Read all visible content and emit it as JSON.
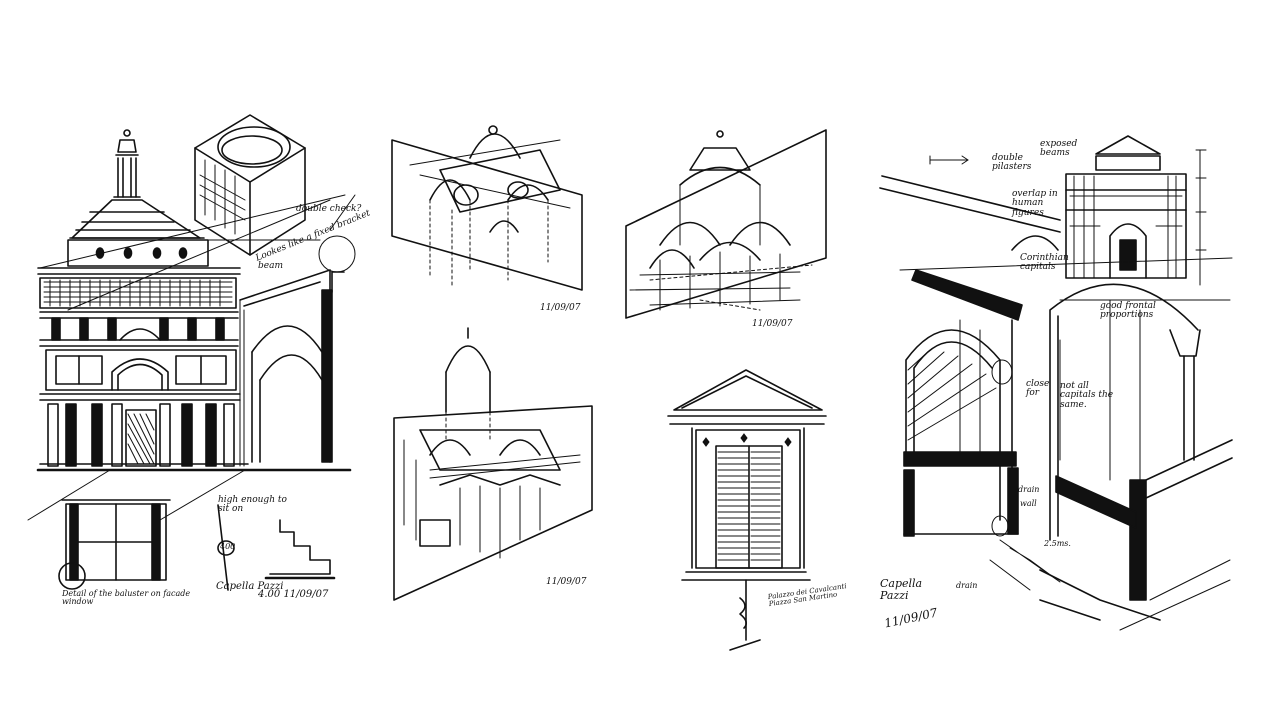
{
  "colors": {
    "ink": "#111111",
    "paper": "#ffffff"
  },
  "notes": {
    "s1_double_check": "double check?",
    "s1_bracket": "Lookes like a fixed bracket",
    "s1_beam": "beam",
    "s1_bottom_left": "Detail of the baluster on facade window",
    "s1_seat": "high enough to sit on",
    "s1_dim": "400",
    "s1_place": "Capella Pazzi",
    "s1_date": "4.00 11/09/07",
    "s2_date_top": "11/09/07",
    "s2_date_bottom": "11/09/07",
    "s3_date_top": "11/09/07",
    "s3_caption": "Palazzo dei Cavalcanti Piazza San Martino",
    "s4_exposed": "exposed beams",
    "s4_pilasters": "double pilasters",
    "s4_overlap": "overlap in human figures",
    "s4_capitals": "Corinthian capitals",
    "s4_proportion": "good frontal proportions",
    "s4_close": "close for",
    "s4_not_all": "not all capitals the same.",
    "s4_drain": "drain",
    "s4_wall": "wall",
    "s4_dim": "2.5ms.",
    "s4_drain2": "drain",
    "s4_place": "Capella Pazzi",
    "s4_date": "11/09/07"
  }
}
